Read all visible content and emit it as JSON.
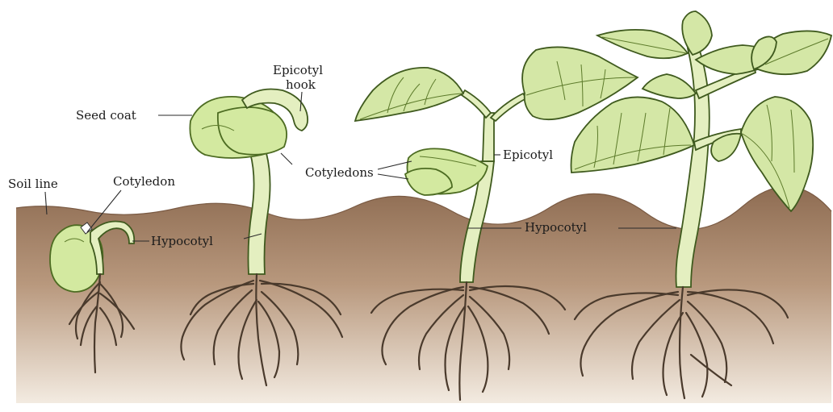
{
  "labels": {
    "soil_line": "Soil line",
    "cotyledon": "Cotyledon",
    "hypocotyl_1": "Hypocotyl",
    "seed_coat": "Seed coat",
    "epicotyl_hook_1": "Epicotyl",
    "epicotyl_hook_2": "hook",
    "cotyledons": "Cotyledons",
    "epicotyl": "Epicotyl",
    "hypocotyl_2": "Hypocotyl"
  },
  "colors": {
    "soil": "#9c7b62",
    "soil_light": "#d9c2ac",
    "plant_green": "#d4e7a6",
    "outline": "#3f5a1e",
    "root": "#4a3a2c"
  }
}
